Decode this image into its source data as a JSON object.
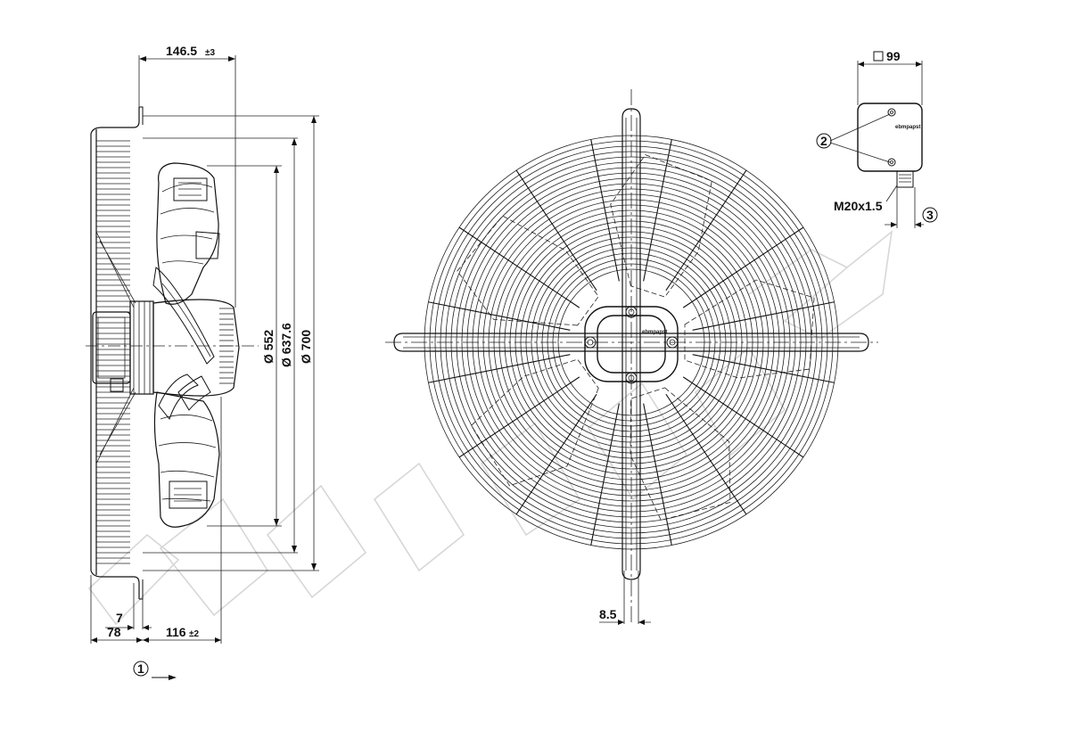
{
  "dimensions": {
    "depth": {
      "value": "146.5",
      "tolerance": "±3"
    },
    "diameter_inner": "Ø 552",
    "diameter_mid": "Ø 637.6",
    "diameter_outer": "Ø 700",
    "flange": "7",
    "guard_depth": "78",
    "hub_depth": {
      "value": "116",
      "tolerance": "±2"
    },
    "hole_spacing": "8.5",
    "terminal_box": "99",
    "cable_gland": "M20x1.5"
  },
  "callouts": {
    "airflow": "1",
    "mounting_screws": "2",
    "cable_gland": "3"
  },
  "terminal_box_logo": "ebmpapst",
  "hub_logo": "ebmpapst",
  "watermark": "ALIEXPRESS"
}
